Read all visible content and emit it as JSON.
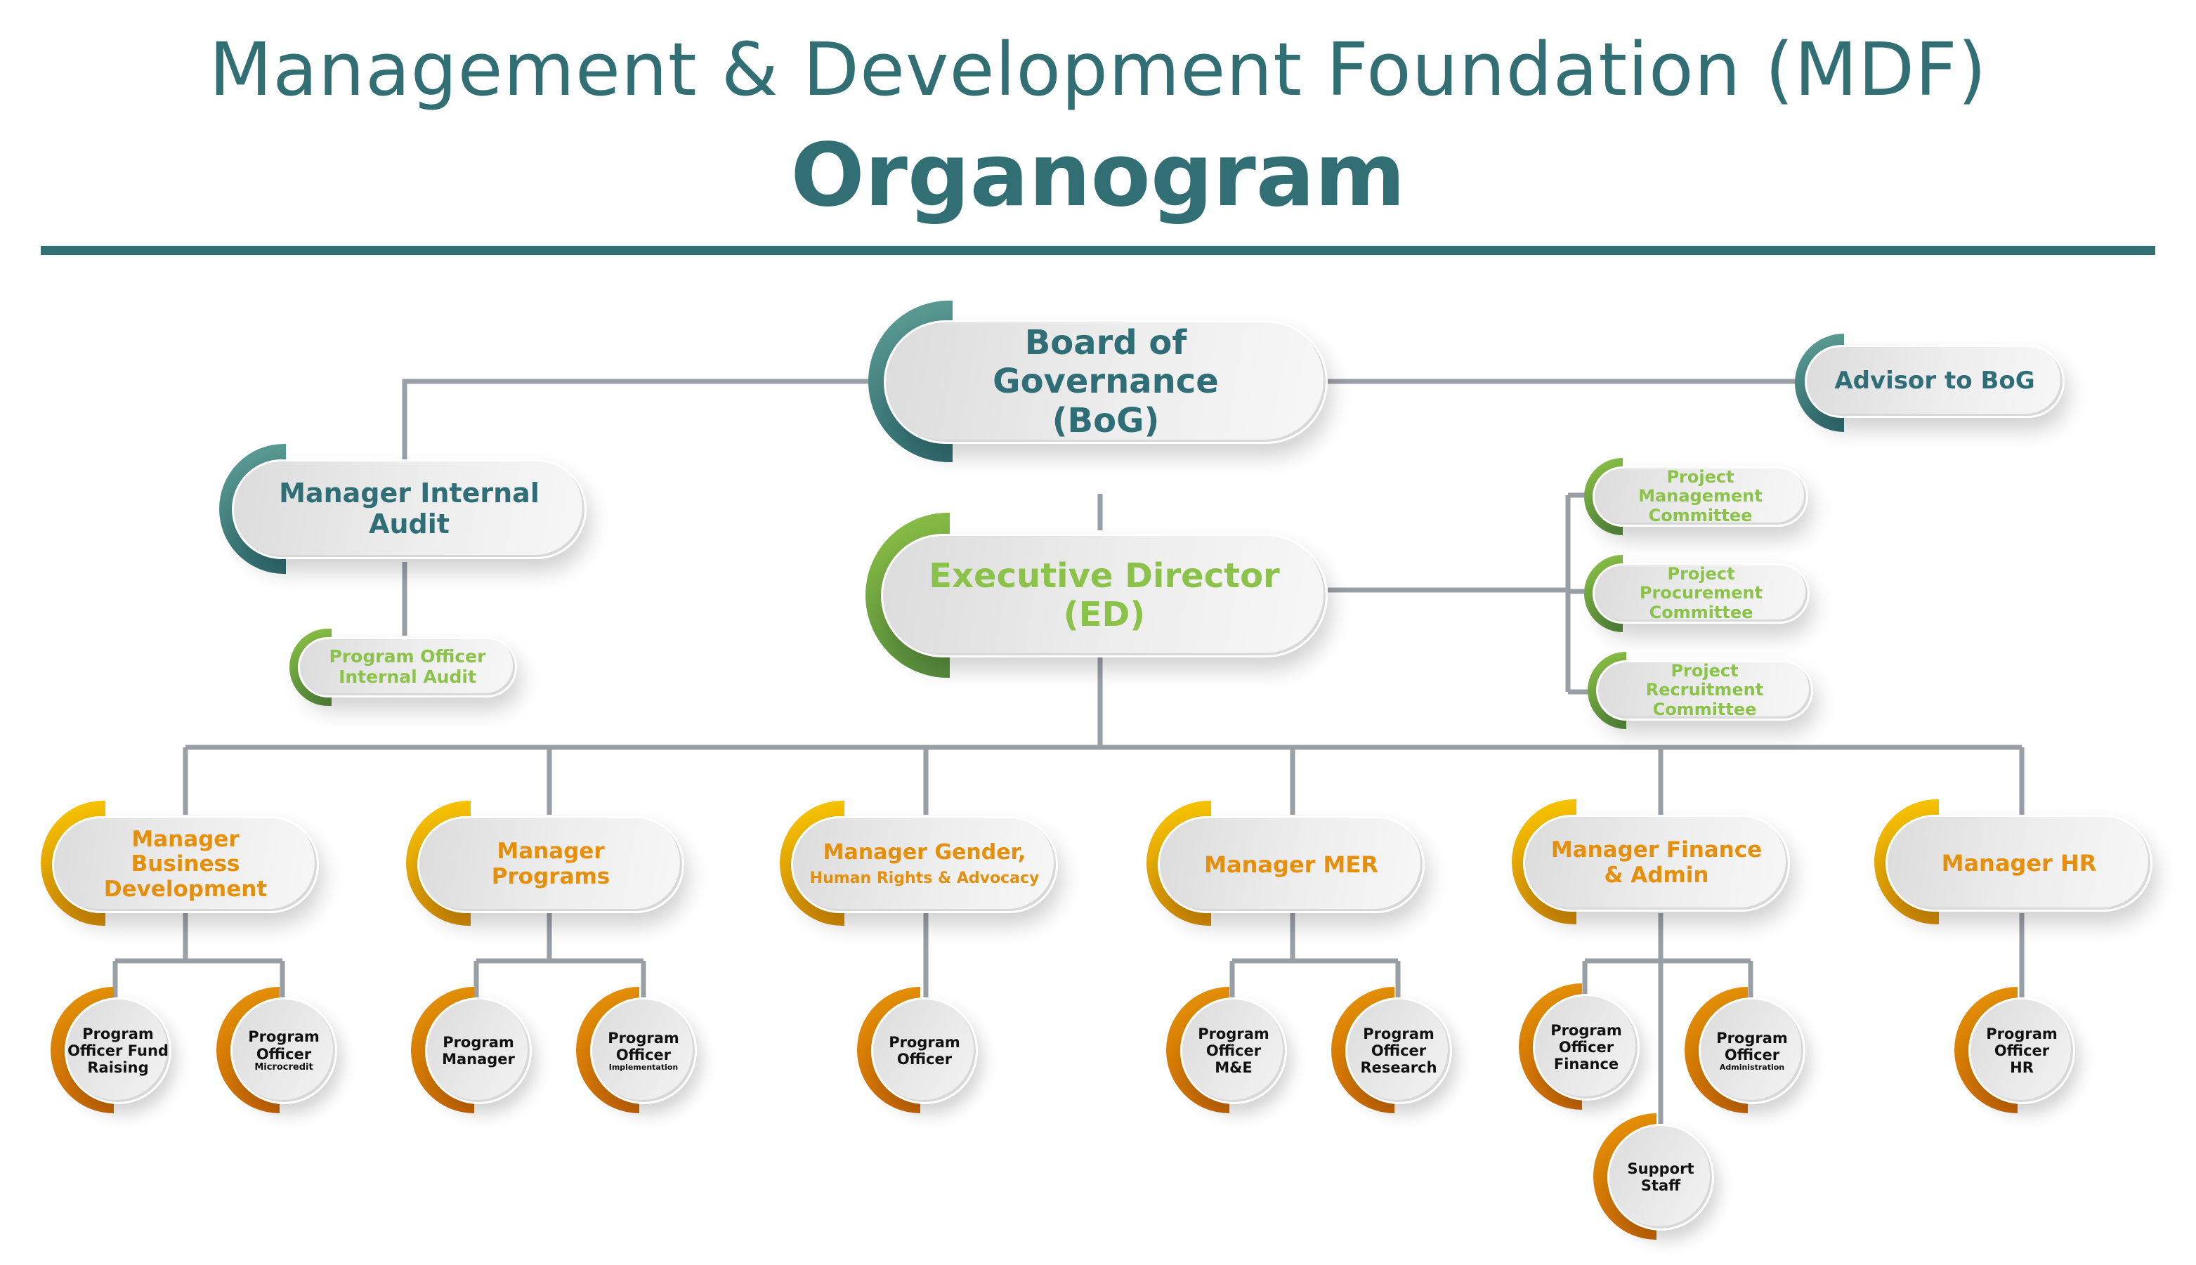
{
  "header": {
    "title": "Management & Development Foundation (MDF)",
    "subtitle": "Organogram"
  },
  "colors": {
    "teal": "#316f74",
    "green": "#8bc34a",
    "gold": "#e58f0a",
    "connector": "#9a9ea5"
  },
  "top": {
    "board": [
      "Board of Governance",
      "(BoG)"
    ],
    "advisor": "Advisor to BoG",
    "internal_audit_manager": [
      "Manager Internal",
      "Audit"
    ],
    "internal_audit_officer": [
      "Program Officer",
      "Internal Audit"
    ],
    "executive_director": [
      "Executive Director",
      "(ED)"
    ],
    "committees": [
      [
        "Project Management",
        "Committee"
      ],
      [
        "Project Procurement",
        "Committee"
      ],
      [
        "Project Recruitment",
        "Committee"
      ]
    ]
  },
  "managers": [
    {
      "lines": [
        "Manager Business",
        "Development"
      ],
      "staff": [
        [
          "Program",
          "Officer Fund",
          "Raising"
        ],
        [
          "Program",
          "Officer",
          "Microcredit"
        ]
      ]
    },
    {
      "lines": [
        "Manager",
        "Programs"
      ],
      "staff": [
        [
          "Program",
          "Manager"
        ],
        [
          "Program",
          "Officer",
          "Implementation"
        ]
      ]
    },
    {
      "lines": [
        "Manager Gender,",
        "Human Rights & Advocacy"
      ],
      "staff": [
        [
          "Program",
          "Officer"
        ]
      ]
    },
    {
      "lines": [
        "Manager MER"
      ],
      "staff": [
        [
          "Program",
          "Officer",
          "M&E"
        ],
        [
          "Program",
          "Officer",
          "Research"
        ]
      ]
    },
    {
      "lines": [
        "Manager Finance",
        "& Admin"
      ],
      "staff": [
        [
          "Program",
          "Officer",
          "Finance"
        ],
        [
          "Program",
          "Officer",
          "Administration"
        ],
        [
          "Support",
          "Staff"
        ]
      ]
    },
    {
      "lines": [
        "Manager HR"
      ],
      "staff": [
        [
          "Program",
          "Officer",
          "HR"
        ]
      ]
    }
  ]
}
